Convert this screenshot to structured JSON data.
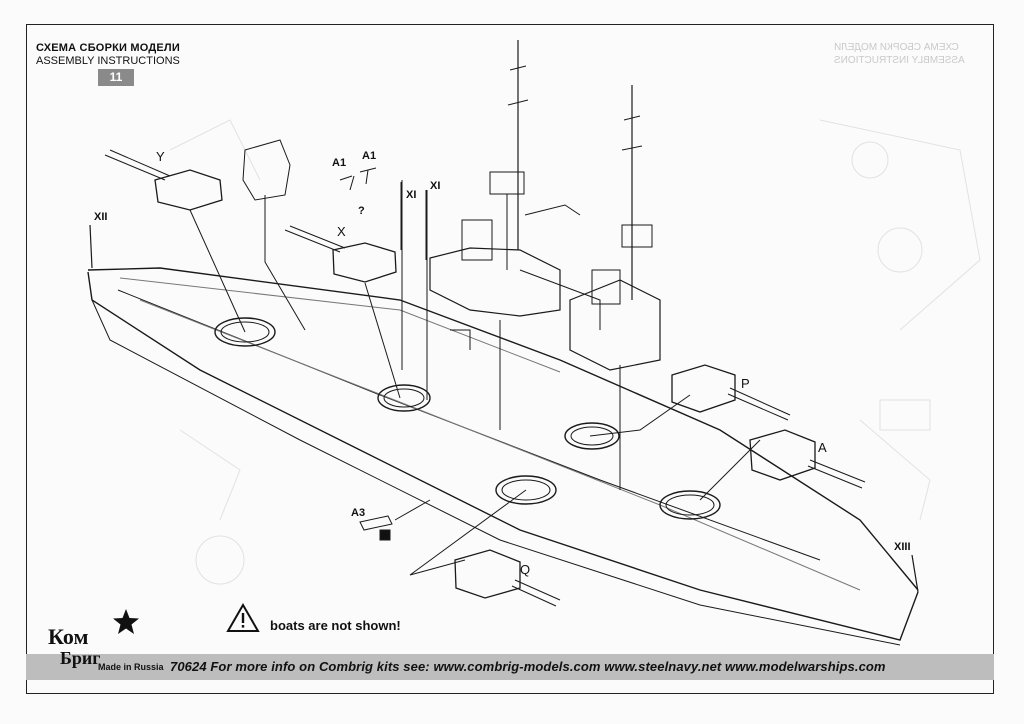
{
  "header": {
    "title_ru": "СХЕМА СБОРКИ МОДЕЛИ",
    "title_en": "ASSEMBLY INSTRUCTIONS",
    "step_number": "11"
  },
  "labels": {
    "turret_y": "Y",
    "turret_x": "X",
    "question_mark": "?",
    "part_a1_left": "A1",
    "part_a1_right": "A1",
    "part_xi_left": "XI",
    "part_xi_right": "XI",
    "part_xii": "XII",
    "turret_p": "P",
    "turret_a": "A",
    "part_a3": "A3",
    "turret_q": "Q",
    "part_xiii": "XIII"
  },
  "note": {
    "text": "boats are not shown!",
    "icon": "warning-triangle-icon"
  },
  "footer": {
    "text": "70624  For more info on Combrig kits see:   www.combrig-models.com   www.steelnavy.net   www.modelwarships.com"
  },
  "logo": {
    "line1": "Ком",
    "line2": "Бриг",
    "made_in": "Made in Russia",
    "star_icon": "star-logo-icon"
  },
  "colors": {
    "ink": "#111111",
    "footer_bar": "#bdbdbd",
    "step_badge": "#8a8a8a"
  }
}
